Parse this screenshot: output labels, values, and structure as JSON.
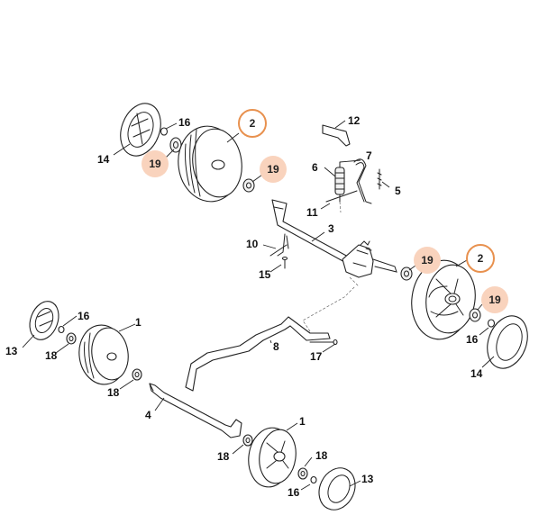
{
  "diagram": {
    "labels": {
      "part_1": "1",
      "part_2": "2",
      "part_3": "3",
      "part_4": "4",
      "part_5": "5",
      "part_6": "6",
      "part_7": "7",
      "part_8": "8",
      "part_10": "10",
      "part_11": "11",
      "part_12": "12",
      "part_13": "13",
      "part_14": "14",
      "part_15": "15",
      "part_16": "16",
      "part_17": "17",
      "part_18": "18",
      "part_19": "19"
    },
    "highlight_color": "#f9d3bd",
    "highlight_ring_color": "#e8914f"
  }
}
